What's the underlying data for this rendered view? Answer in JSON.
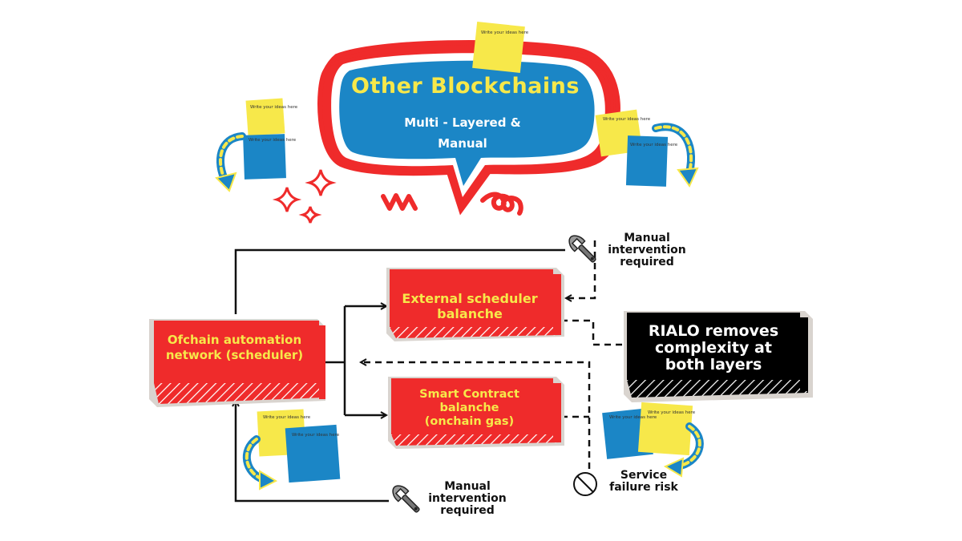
{
  "title": {
    "main": "Other Blockchains",
    "sub_line1": "Multi - Layered &",
    "sub_line2": "Manual"
  },
  "boxes": {
    "offchain": {
      "line1": "Ofchain automation",
      "line2": "network (scheduler)"
    },
    "external": {
      "line1": "External scheduler",
      "line2": "balanche"
    },
    "smart": {
      "line1": "Smart Contract",
      "line2": "balanche",
      "line3": "(onchain gas)"
    },
    "rialo": {
      "line1": "RIALO removes",
      "line2": "complexity at",
      "line3": "both layers"
    }
  },
  "annotations": {
    "manual_top": {
      "line1": "Manual",
      "line2": "intervention",
      "line3": "required"
    },
    "manual_bottom": {
      "line1": "Manual",
      "line2": "intervention",
      "line3": "required"
    },
    "service_risk": {
      "line1": "Service",
      "line2": "failure risk"
    }
  },
  "sticky_note_text": "Write your ideas here",
  "icons": [
    "wrench-icon",
    "wrench-icon",
    "no-symbol-icon",
    "sparkle-icon",
    "curved-arrow-icon"
  ],
  "colors": {
    "red": "#ef2b2b",
    "blue": "#1b86c6",
    "yellow": "#f7e84a",
    "black": "#000000",
    "box_shadow": "#d9d4cf"
  }
}
